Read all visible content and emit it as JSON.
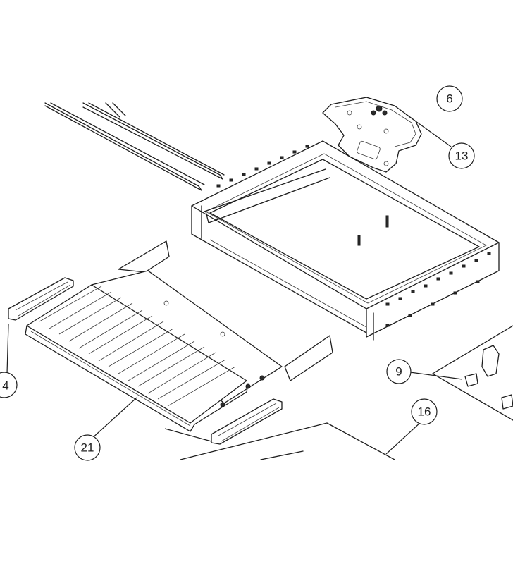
{
  "callouts": [
    {
      "id": "callout-4",
      "label": "4"
    },
    {
      "id": "callout-9",
      "label": "9"
    },
    {
      "id": "callout-13",
      "label": "13"
    },
    {
      "id": "callout-16",
      "label": "16"
    },
    {
      "id": "callout-21",
      "label": "21"
    },
    {
      "id": "callout-partial-top",
      "label": "6"
    }
  ]
}
